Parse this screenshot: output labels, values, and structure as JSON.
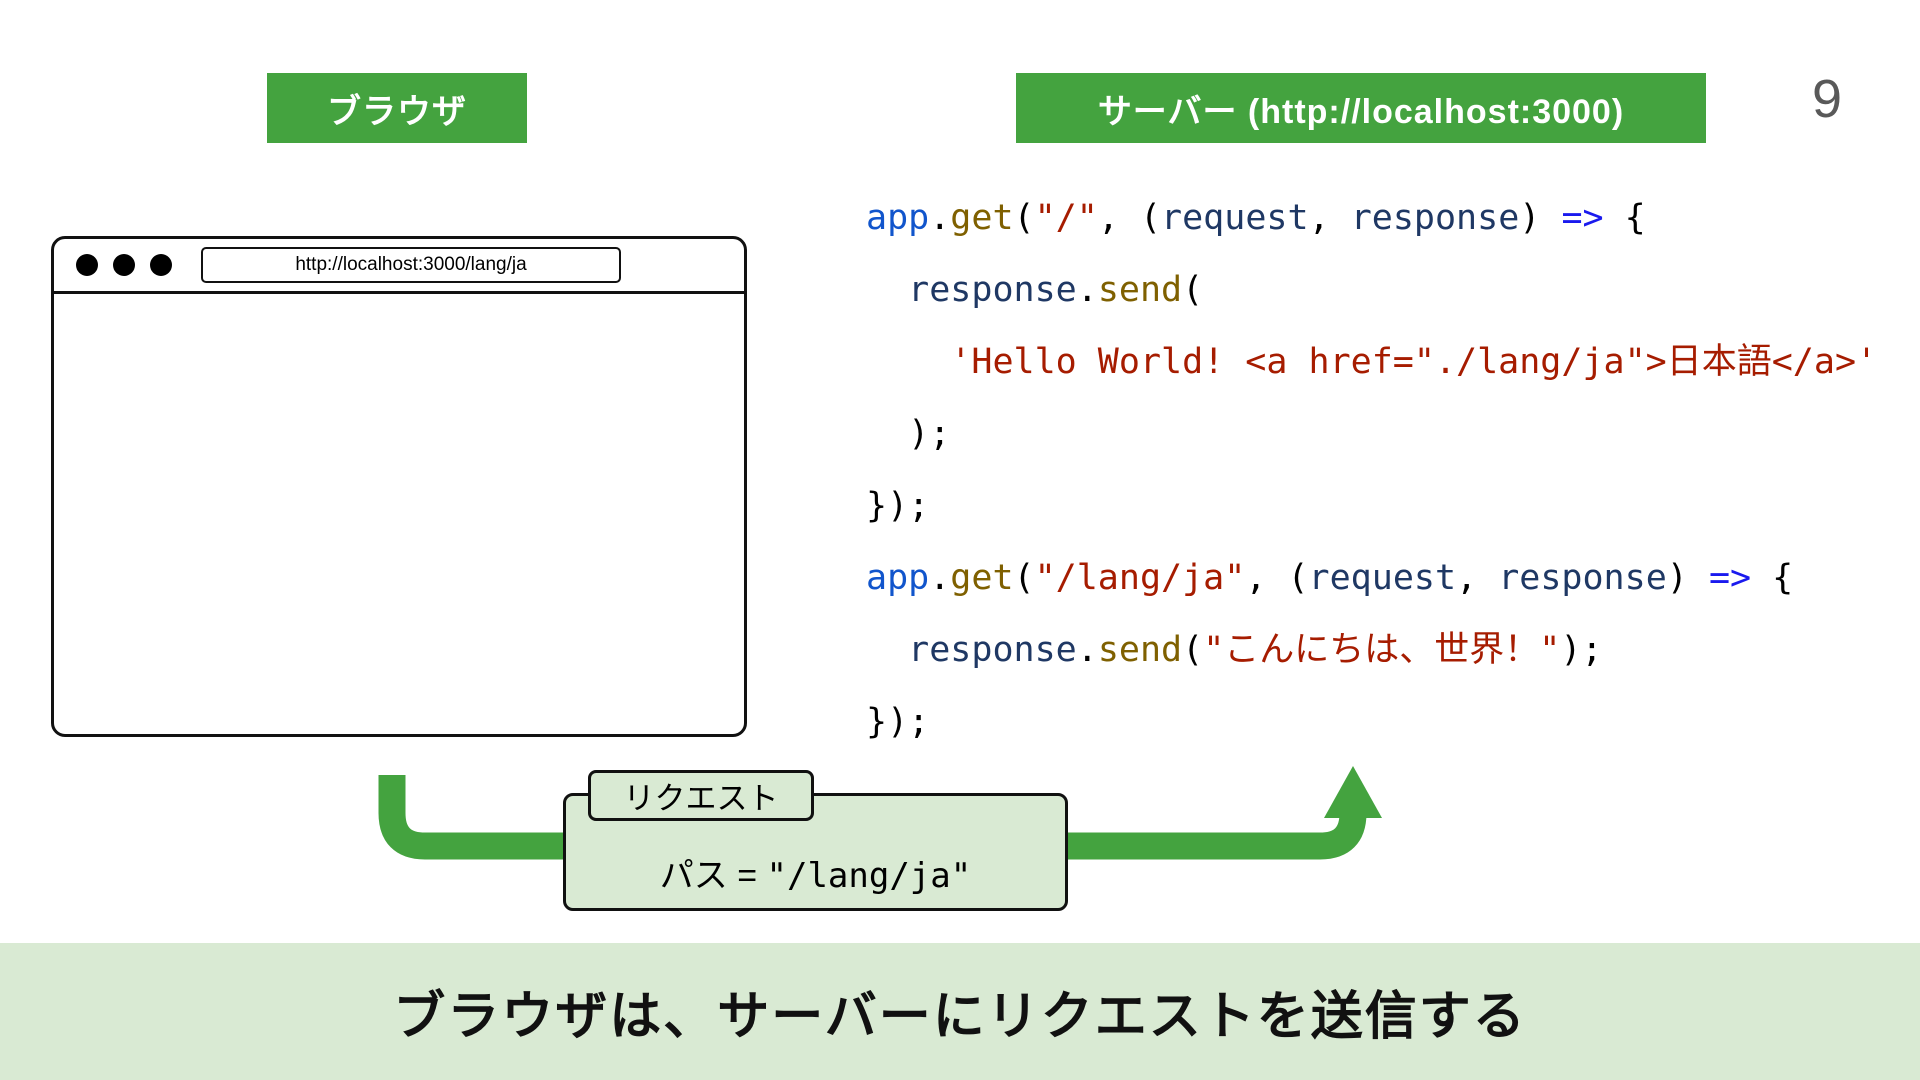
{
  "page": {
    "number": "9",
    "banner": "ブラウザは、サーバーにリクエストを送信する"
  },
  "labels": {
    "browser": "ブラウザ",
    "server": "サーバー (http://localhost:3000)"
  },
  "browser_window": {
    "url": "http://localhost:3000/lang/ja"
  },
  "request_box": {
    "title": "リクエスト",
    "path_prefix": "パス = ",
    "path_value": "\"/lang/ja\""
  },
  "code": {
    "lines": [
      [
        {
          "t": "kw",
          "s": "app"
        },
        {
          "t": "plain",
          "s": "."
        },
        {
          "t": "fn",
          "s": "get"
        },
        {
          "t": "plain",
          "s": "("
        },
        {
          "t": "str",
          "s": "\"/\""
        },
        {
          "t": "plain",
          "s": ", ("
        },
        {
          "t": "param",
          "s": "request"
        },
        {
          "t": "plain",
          "s": ", "
        },
        {
          "t": "param",
          "s": "response"
        },
        {
          "t": "plain",
          "s": ") "
        },
        {
          "t": "arrow",
          "s": "=>"
        },
        {
          "t": "plain",
          "s": " {"
        }
      ],
      [
        {
          "t": "plain",
          "s": "  "
        },
        {
          "t": "param",
          "s": "response"
        },
        {
          "t": "plain",
          "s": "."
        },
        {
          "t": "fn",
          "s": "send"
        },
        {
          "t": "plain",
          "s": "("
        }
      ],
      [
        {
          "t": "plain",
          "s": "    "
        },
        {
          "t": "str",
          "s": "'Hello World! <a href=\"./lang/ja\">日本語</a>'"
        }
      ],
      [
        {
          "t": "plain",
          "s": "  );"
        }
      ],
      [
        {
          "t": "plain",
          "s": "});"
        }
      ],
      [
        {
          "t": "kw",
          "s": "app"
        },
        {
          "t": "plain",
          "s": "."
        },
        {
          "t": "fn",
          "s": "get"
        },
        {
          "t": "plain",
          "s": "("
        },
        {
          "t": "str",
          "s": "\"/lang/ja\""
        },
        {
          "t": "plain",
          "s": ", ("
        },
        {
          "t": "param",
          "s": "request"
        },
        {
          "t": "plain",
          "s": ", "
        },
        {
          "t": "param",
          "s": "response"
        },
        {
          "t": "plain",
          "s": ") "
        },
        {
          "t": "arrow",
          "s": "=>"
        },
        {
          "t": "plain",
          "s": " {"
        }
      ],
      [
        {
          "t": "plain",
          "s": "  "
        },
        {
          "t": "param",
          "s": "response"
        },
        {
          "t": "plain",
          "s": "."
        },
        {
          "t": "fn",
          "s": "send"
        },
        {
          "t": "plain",
          "s": "("
        },
        {
          "t": "str",
          "s": "\"こんにちは、世界！\""
        },
        {
          "t": "plain",
          "s": ");"
        }
      ],
      [
        {
          "t": "plain",
          "s": "});"
        }
      ]
    ]
  },
  "colors": {
    "green": "#44a33f",
    "light_green": "#d9ead3",
    "border_dark": "#111111",
    "page_number": "#595959",
    "code_plain": "#000000",
    "code_keyword": "#1155cc",
    "code_function": "#7f6000",
    "code_string": "#a61c00",
    "code_param": "#1f3864",
    "code_arrow": "#1a1aee"
  }
}
